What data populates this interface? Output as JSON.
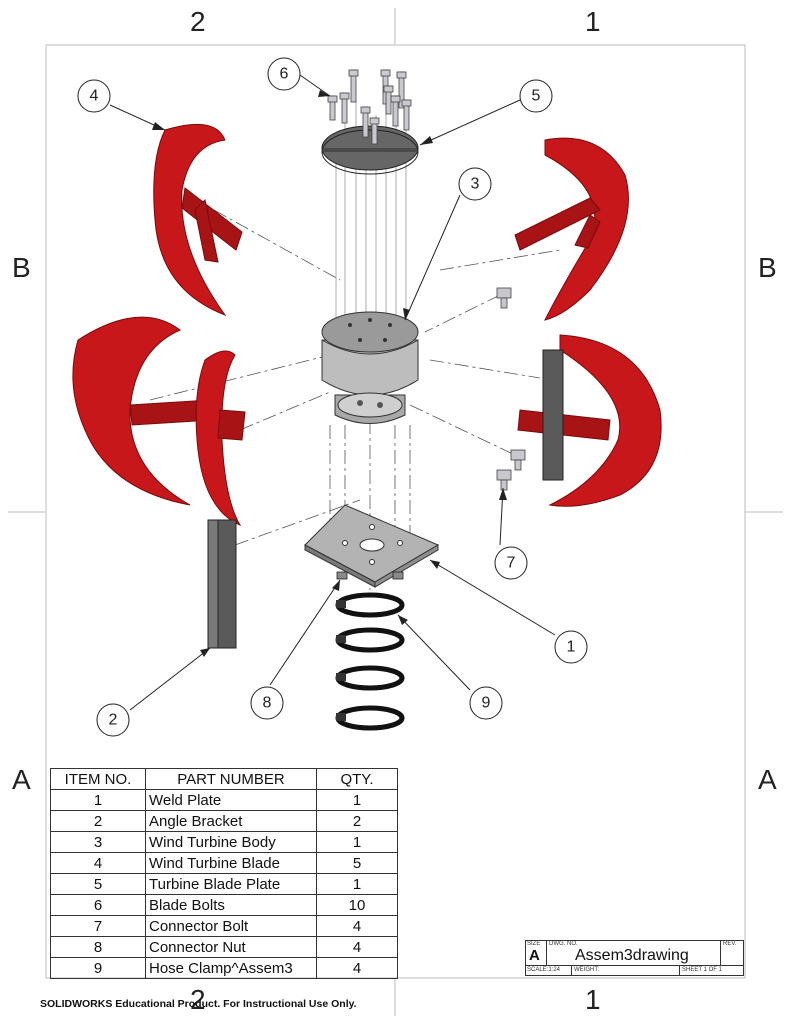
{
  "zones": {
    "top_left": "2",
    "top_right": "1",
    "left_upper": "B",
    "right_upper": "B",
    "left_lower": "A",
    "right_lower": "A",
    "bottom_left": "2",
    "bottom_right": "1"
  },
  "callouts": [
    "1",
    "2",
    "3",
    "4",
    "5",
    "6",
    "7",
    "8",
    "9"
  ],
  "bom": {
    "headers": [
      "ITEM NO.",
      "PART NUMBER",
      "QTY."
    ],
    "rows": [
      [
        "1",
        "Weld Plate",
        "1"
      ],
      [
        "2",
        "Angle Bracket",
        "2"
      ],
      [
        "3",
        "Wind Turbine Body",
        "1"
      ],
      [
        "4",
        "Wind Turbine Blade",
        "5"
      ],
      [
        "5",
        "Turbine Blade Plate",
        "1"
      ],
      [
        "6",
        "Blade Bolts",
        "10"
      ],
      [
        "7",
        "Connector Bolt",
        "4"
      ],
      [
        "8",
        "Connector Nut",
        "4"
      ],
      [
        "9",
        "Hose Clamp^Assem3",
        "4"
      ]
    ]
  },
  "title_block": {
    "size_label": "SIZE",
    "size_value": "A",
    "dwg_no_label": "DWG. NO.",
    "dwg_no_value": "Assem3drawing",
    "rev_label": "REV.",
    "scale": "SCALE:1:24",
    "weight": "WEIGHT:",
    "sheet": "SHEET 1 OF 1"
  },
  "footer": "SOLIDWORKS Educational Product. For Instructional Use Only.",
  "colors": {
    "blade_red": "#c8171b",
    "blade_dark": "#8f0d10",
    "metal_gray": "#b9b9b9",
    "metal_dark": "#6d6d6d",
    "line": "#333333"
  }
}
